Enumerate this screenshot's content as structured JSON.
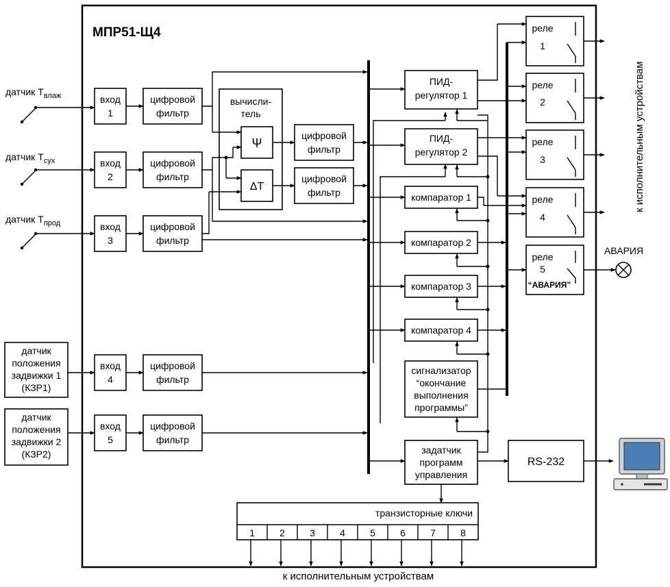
{
  "title": "МПР51-Щ4",
  "sensors": [
    {
      "label": "датчик Т",
      "sub": "влаж"
    },
    {
      "label": "датчик Т",
      "sub": "сух"
    },
    {
      "label": "датчик Т",
      "sub": "прод"
    }
  ],
  "position_sensors": [
    [
      "датчик",
      "положения",
      "задвижки 1",
      "(КЗР1)"
    ],
    [
      "датчик",
      "положения",
      "задвижки 2",
      "(КЗР2)"
    ]
  ],
  "inputs": [
    [
      "вход",
      "1"
    ],
    [
      "вход",
      "2"
    ],
    [
      "вход",
      "3"
    ],
    [
      "вход",
      "4"
    ],
    [
      "вход",
      "5"
    ]
  ],
  "digital_filter": [
    "цифровой",
    "фильтр"
  ],
  "calculator": [
    "вычисли-",
    "тель"
  ],
  "psi": "Ψ",
  "delta_t": "ΔT",
  "pid": [
    [
      "ПИД-",
      "регулятор 1"
    ],
    [
      "ПИД-",
      "регулятор 2"
    ]
  ],
  "comparators": [
    "компаратор 1",
    "компаратор 2",
    "компаратор 3",
    "компаратор 4"
  ],
  "signalizer": [
    "сигнализатор",
    "“окончание",
    "выполнения",
    "программы”"
  ],
  "program_setter": [
    "задатчик",
    "программ",
    "управления"
  ],
  "relays": [
    [
      "реле",
      "1"
    ],
    [
      "реле",
      "2"
    ],
    [
      "реле",
      "3"
    ],
    [
      "реле",
      "4"
    ],
    [
      "реле",
      "5",
      "“АВАРИЯ”"
    ]
  ],
  "alarm_label": "АВАРИЯ",
  "rs232": "RS-232",
  "transistor_keys": "транзисторные ключи",
  "key_numbers": [
    "1",
    "2",
    "3",
    "4",
    "5",
    "6",
    "7",
    "8"
  ],
  "to_devices_bottom": "к исполнительным устройствам",
  "to_devices_right": "к исполнительным устройствам"
}
